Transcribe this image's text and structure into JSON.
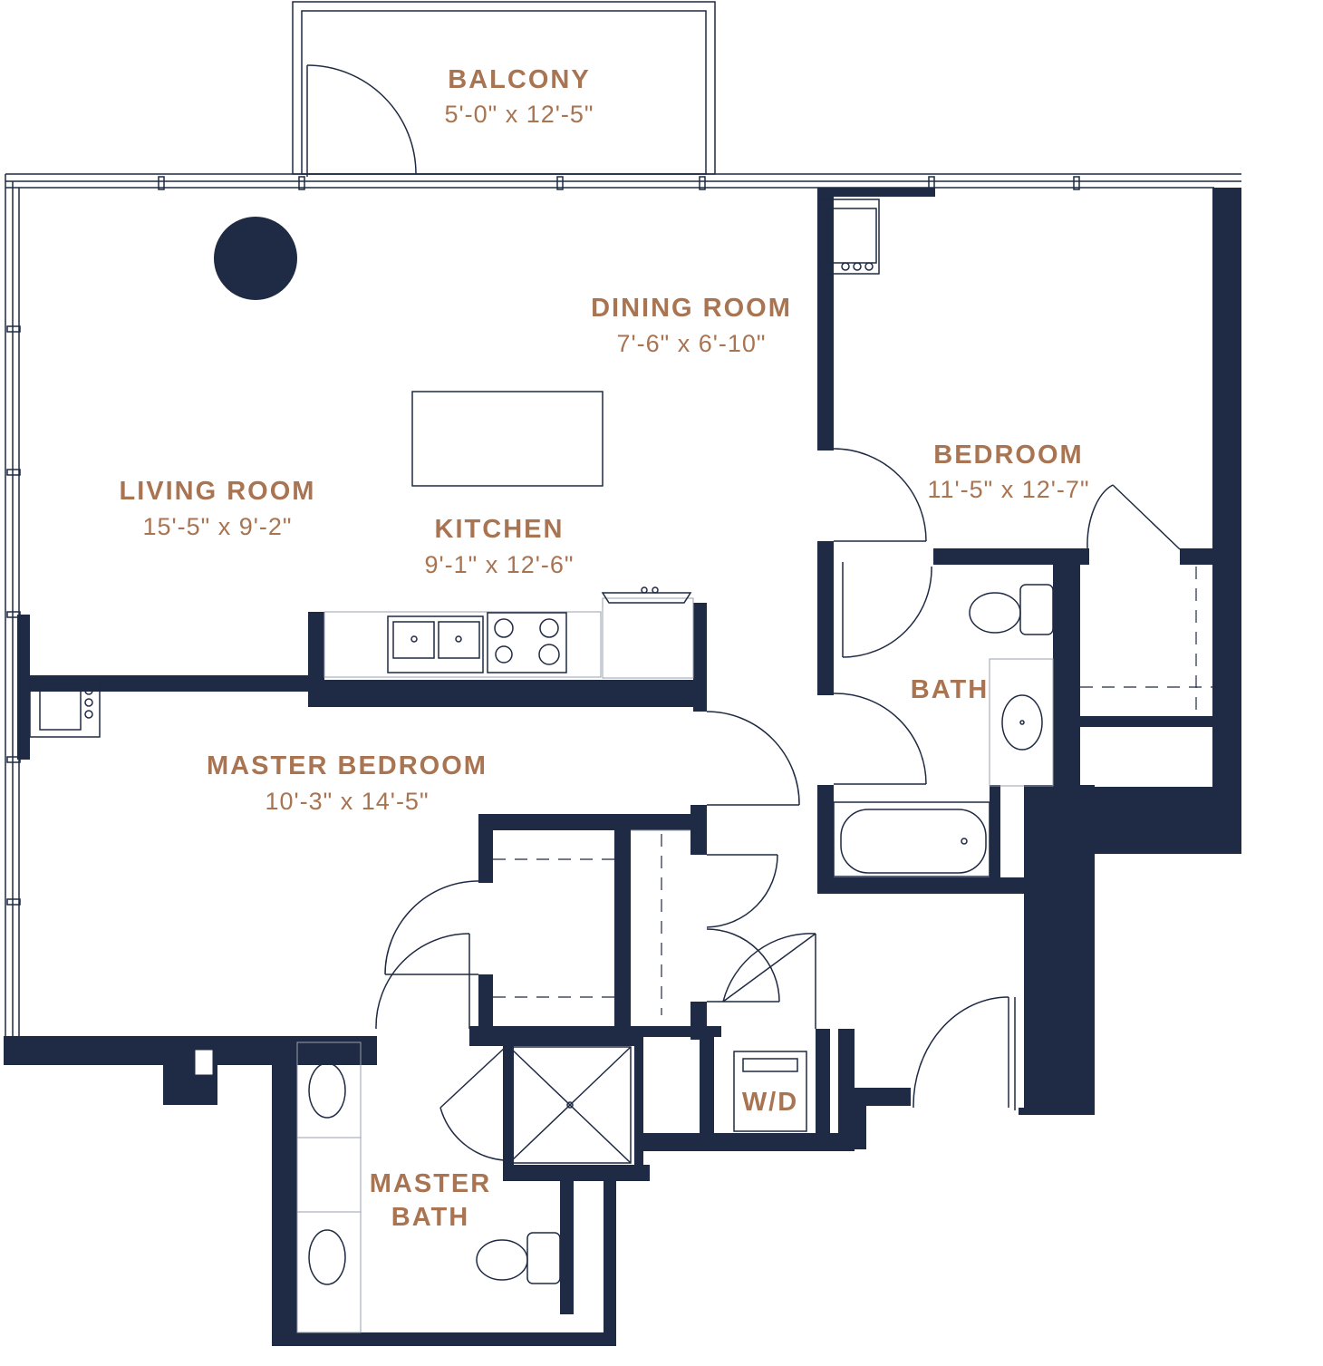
{
  "rooms": {
    "balcony": {
      "name": "BALCONY",
      "dims": "5'-0\" x 12'-5\""
    },
    "dining": {
      "name": "DINING ROOM",
      "dims": "7'-6\" x 6'-10\""
    },
    "living": {
      "name": "LIVING ROOM",
      "dims": "15'-5\" x 9'-2\""
    },
    "kitchen": {
      "name": "KITCHEN",
      "dims": "9'-1\" x 12'-6\""
    },
    "bedroom": {
      "name": "BEDROOM",
      "dims": "11'-5\" x 12'-7\""
    },
    "bath": {
      "name": "BATH"
    },
    "master_bedroom": {
      "name": "MASTER BEDROOM",
      "dims": "10'-3\" x 14'-5\""
    },
    "master_bath": {
      "name_line1": "MASTER",
      "name_line2": "BATH"
    },
    "wd": {
      "name": "W/D"
    }
  },
  "colors": {
    "wall": "#1f2a44",
    "label": "#a87452"
  }
}
